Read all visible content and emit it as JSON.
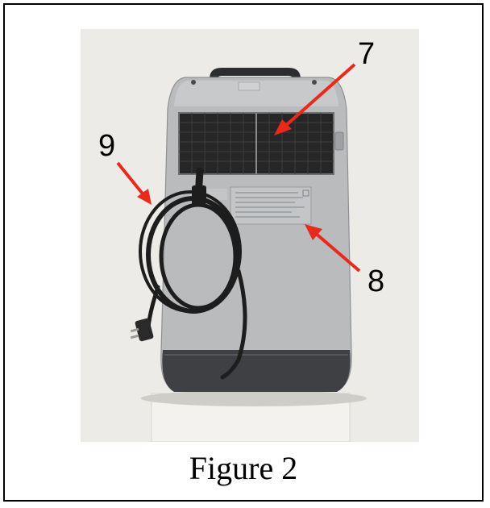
{
  "figure": {
    "caption": "Figure 2",
    "callouts": [
      "7",
      "8",
      "9"
    ]
  },
  "colors": {
    "arrow": "#e8291c",
    "body": "#b7b9bb",
    "base": "#3f4043",
    "filter": "#262626",
    "cord": "#1d1d1d"
  }
}
